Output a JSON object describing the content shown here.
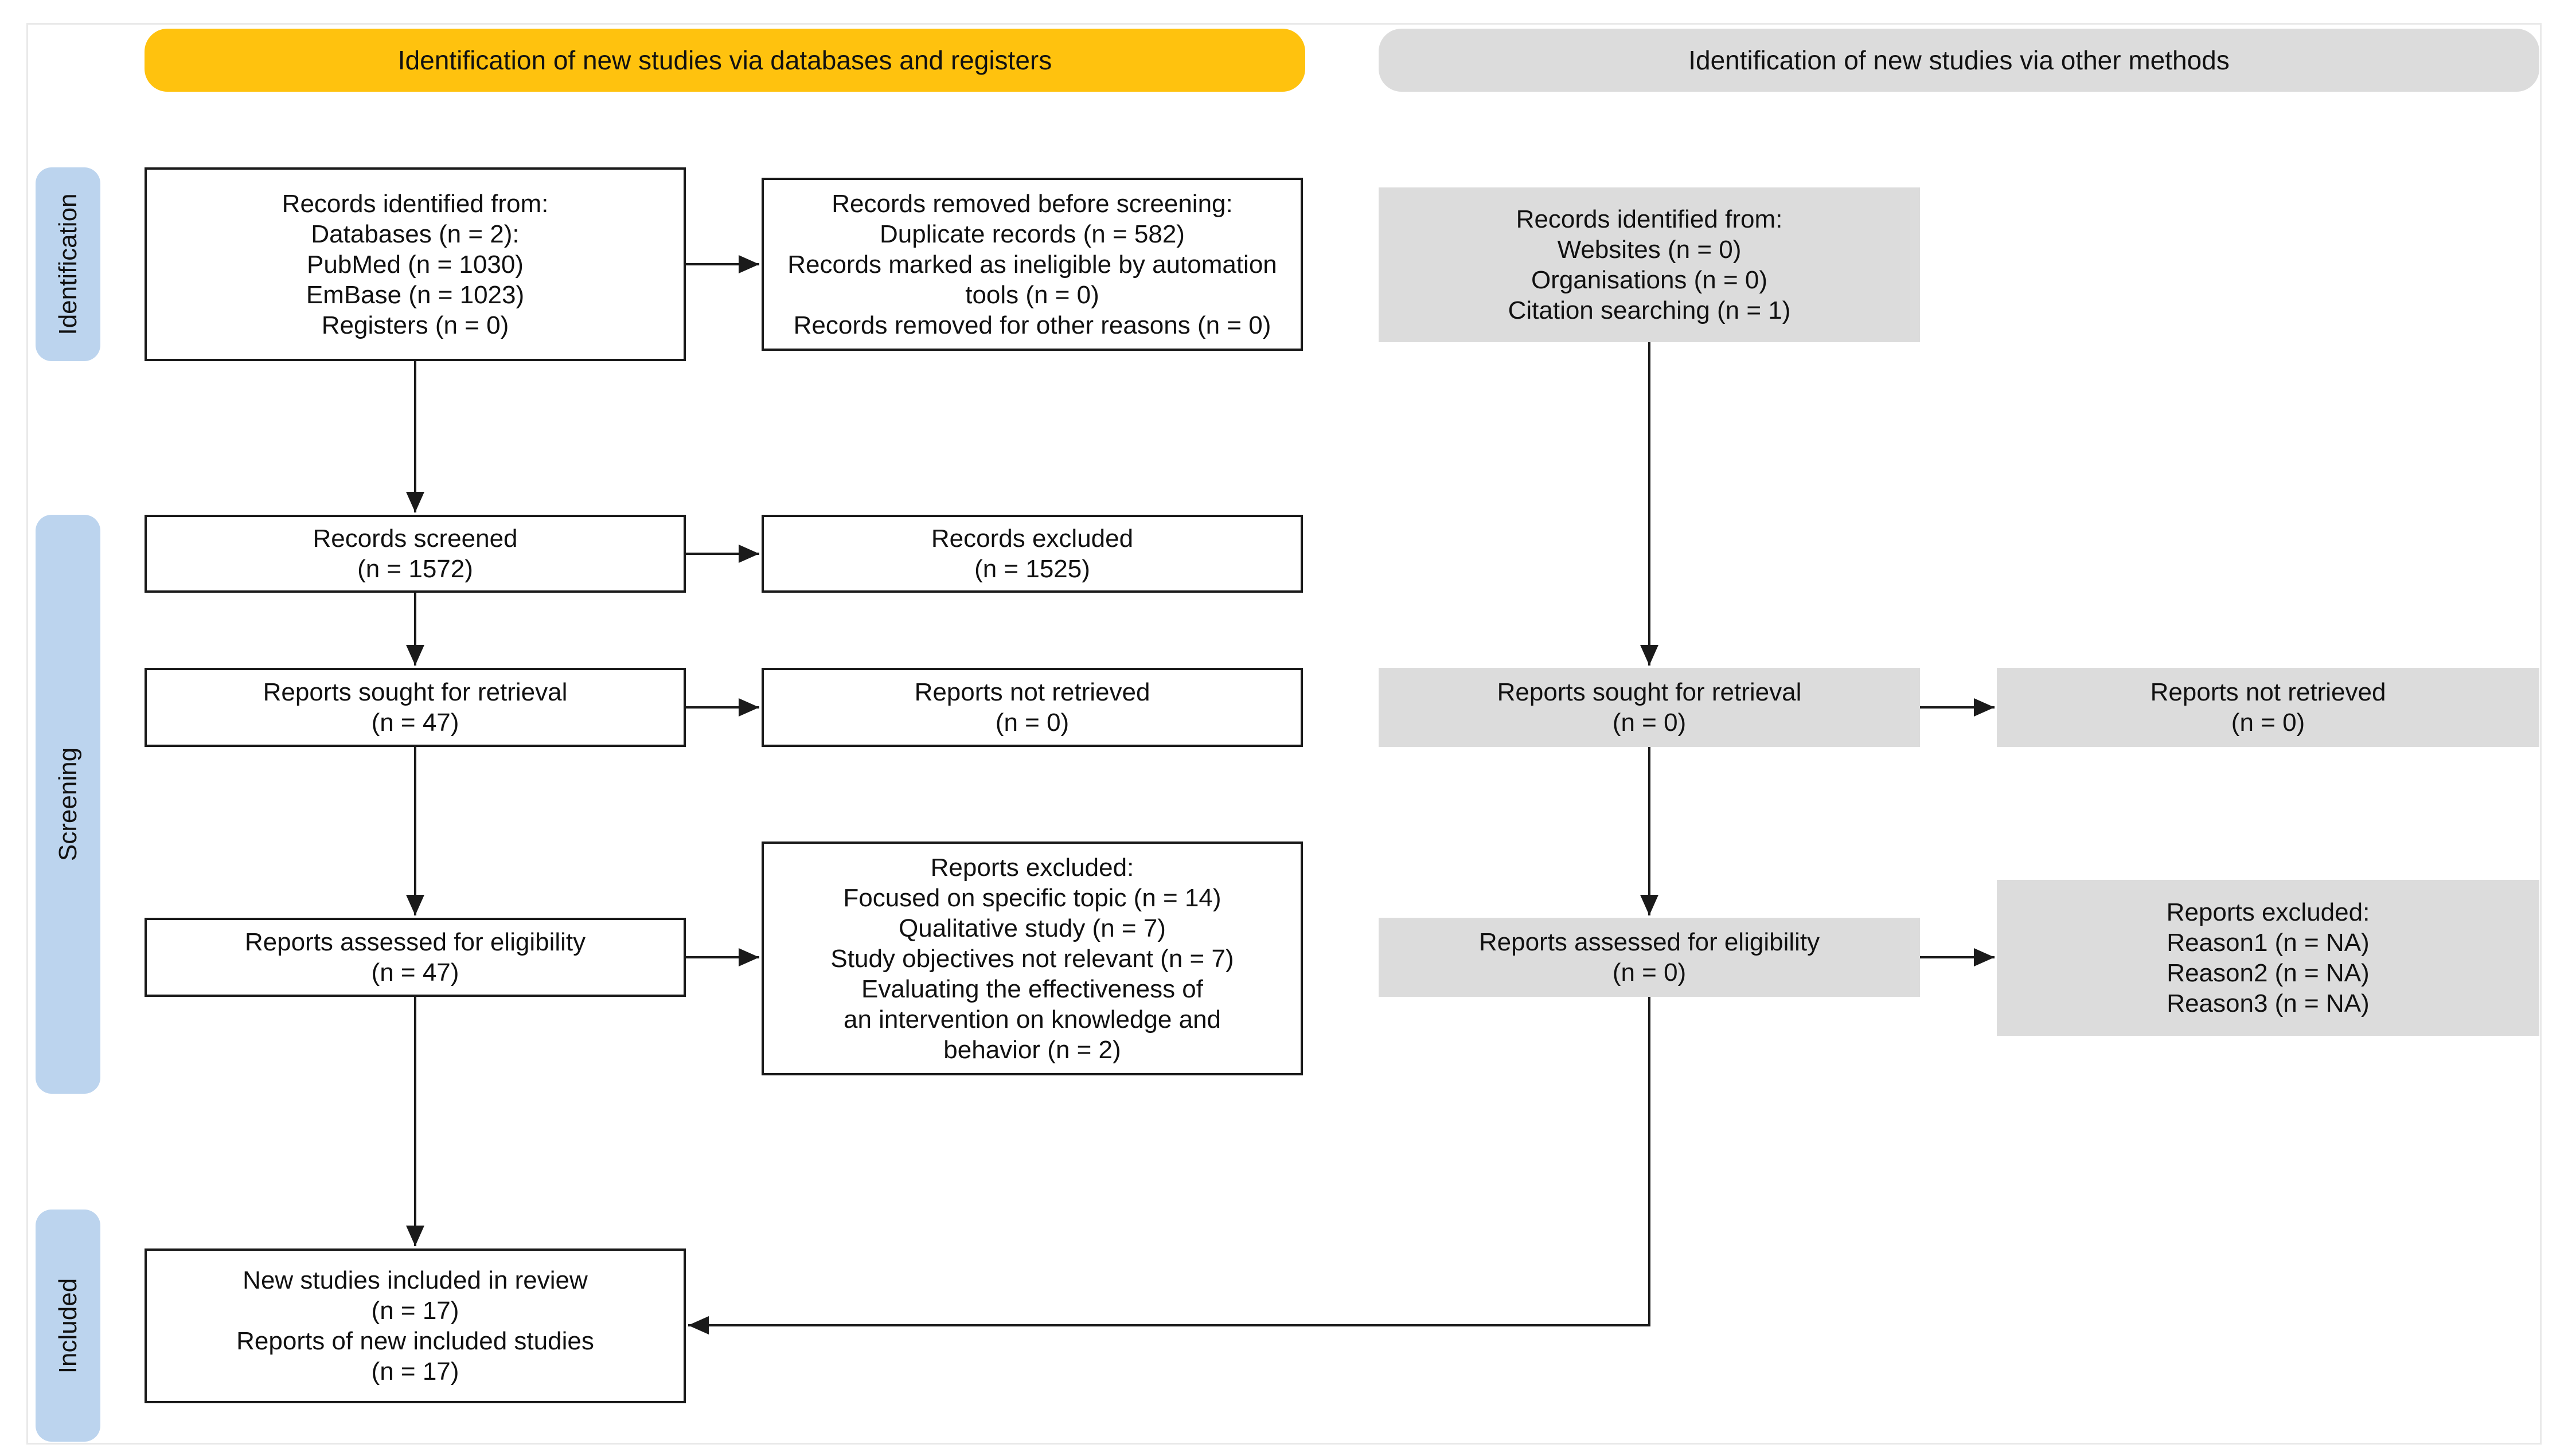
{
  "headers": {
    "databases": "Identification of new studies via databases and registers",
    "other": "Identification of new studies via other methods"
  },
  "phases": {
    "identification": "Identification",
    "screening": "Screening",
    "included": "Included"
  },
  "boxes": {
    "records_identified": [
      "Records identified from:",
      "Databases (n = 2):",
      "PubMed (n = 1030)",
      "EmBase (n = 1023)",
      "Registers (n = 0)"
    ],
    "records_removed": [
      "Records removed before screening:",
      "Duplicate records (n = 582)",
      "Records marked as ineligible by automation",
      "tools (n = 0)",
      "Records removed for other reasons (n = 0)"
    ],
    "records_screened": [
      "Records screened",
      "(n = 1572)"
    ],
    "records_excluded": [
      "Records excluded",
      "(n = 1525)"
    ],
    "reports_sought": [
      "Reports sought for retrieval",
      "(n = 47)"
    ],
    "reports_not_retrieved": [
      "Reports not retrieved",
      "(n = 0)"
    ],
    "reports_assessed": [
      "Reports assessed for eligibility",
      "(n = 47)"
    ],
    "reports_excluded": [
      "Reports excluded:",
      "Focused on specific topic (n = 14)",
      "Qualitative study (n = 7)",
      "Study objectives not relevant (n = 7)",
      "Evaluating the effectiveness of",
      "an intervention on knowledge and",
      "behavior (n = 2)"
    ],
    "new_studies_included": [
      "New studies included in review",
      "(n = 17)",
      "Reports of new included studies",
      "(n = 17)"
    ],
    "other_records_identified": [
      "Records identified from:",
      "Websites (n = 0)",
      "Organisations (n = 0)",
      "Citation searching (n = 1)"
    ],
    "other_reports_sought": [
      "Reports sought for retrieval",
      "(n = 0)"
    ],
    "other_reports_not_retrieved": [
      "Reports not retrieved",
      "(n = 0)"
    ],
    "other_reports_assessed": [
      "Reports assessed for eligibility",
      "(n = 0)"
    ],
    "other_reports_excluded": [
      "Reports  excluded:",
      "Reason1 (n = NA)",
      "Reason2 (n = NA)",
      "Reason3 (n = NA)"
    ]
  },
  "colors": {
    "header_databases": "#ffc20e",
    "header_other": "#dcdcdc",
    "phase_label": "#bcd4ee",
    "other_box": "#dcdcdc",
    "border": "#1a1a1a"
  }
}
